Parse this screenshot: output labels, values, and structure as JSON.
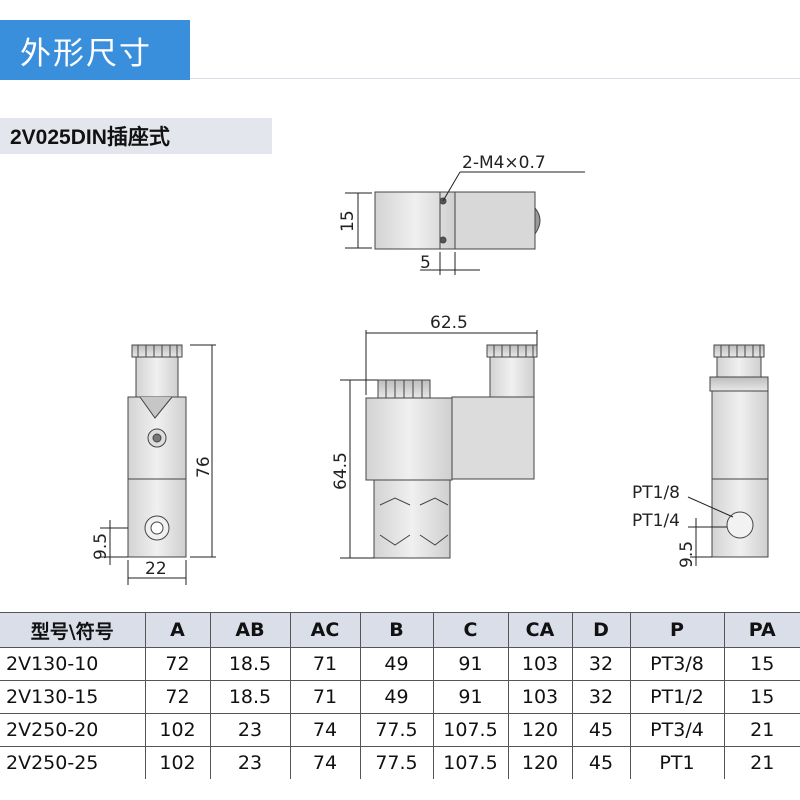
{
  "header": {
    "title": "外形尺寸"
  },
  "subheader": {
    "title": "2V025DIN插座式"
  },
  "drawing": {
    "dims": {
      "thread": "2-M4×0.7",
      "d15": "15",
      "d5": "5",
      "d62_5": "62.5",
      "d64_5": "64.5",
      "d76": "76",
      "d9_5_left": "9.5",
      "d22": "22",
      "pt18": "PT1/8",
      "pt14": "PT1/4",
      "d9_5_right": "9.5"
    }
  },
  "table": {
    "headers": [
      "型号\\符号",
      "A",
      "AB",
      "AC",
      "B",
      "C",
      "CA",
      "D",
      "P",
      "PA"
    ],
    "rows": [
      [
        "2V130-10",
        "72",
        "18.5",
        "71",
        "49",
        "91",
        "103",
        "32",
        "PT3/8",
        "15"
      ],
      [
        "2V130-15",
        "72",
        "18.5",
        "71",
        "49",
        "91",
        "103",
        "32",
        "PT1/2",
        "15"
      ],
      [
        "2V250-20",
        "102",
        "23",
        "74",
        "77.5",
        "107.5",
        "120",
        "45",
        "PT3/4",
        "21"
      ],
      [
        "2V250-25",
        "102",
        "23",
        "74",
        "77.5",
        "107.5",
        "120",
        "45",
        "PT1",
        "21"
      ]
    ]
  }
}
